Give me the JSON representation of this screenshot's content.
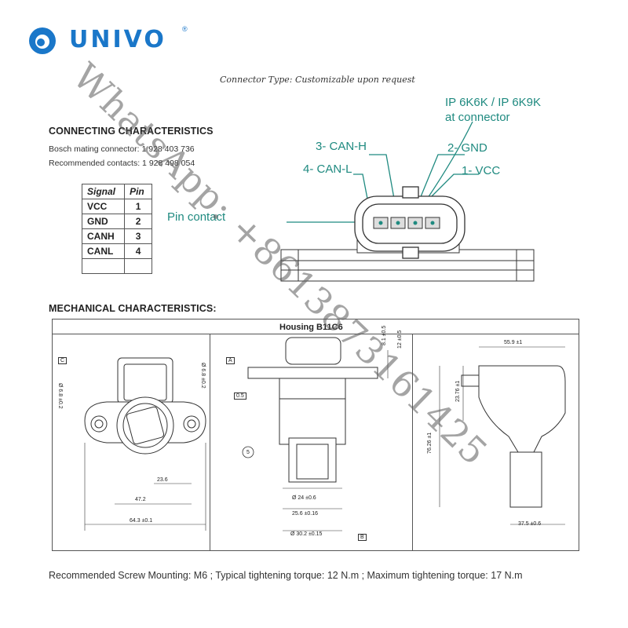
{
  "brand": {
    "name": "UNIVO",
    "registered_mark": "®"
  },
  "connector_type_note": "Connector Type: Customizable upon request",
  "connecting": {
    "title": "CONNECTING CHARACTERISTICS",
    "mating_connector": "Bosch mating connector: 1 928 403 736",
    "recommended_contacts": "Recommended contacts: 1 928 498 054",
    "table": {
      "headers": [
        "Signal",
        "Pin"
      ],
      "rows": [
        {
          "signal": "VCC",
          "pin": "1"
        },
        {
          "signal": "GND",
          "pin": "2"
        },
        {
          "signal": "CANH",
          "pin": "3"
        },
        {
          "signal": "CANL",
          "pin": "4"
        },
        {
          "signal": "",
          "pin": ""
        }
      ]
    }
  },
  "connector_diagram": {
    "ip_rating_line1": "IP 6K6K / IP 6K9K",
    "ip_rating_line2": "at connector",
    "labels": {
      "can_h": "3- CAN-H",
      "can_l": "4- CAN-L",
      "gnd": "2- GND",
      "vcc": "1- VCC",
      "pin_contact": "Pin contact"
    },
    "accent_color": "#1f8a80"
  },
  "mechanical": {
    "title": "MECHANICAL CHARACTERISTICS:",
    "housing_label": "Housing B11C6",
    "dims_left": {
      "d1": "23.6",
      "d2": "47.2",
      "d3": "64.3 ±0.1",
      "tol1": "Ø 6.8 ±0.2",
      "tol2": "Ø 6.8 ±0.2",
      "datum_c": "C"
    },
    "dims_middle": {
      "d1": "8.1 ±0.5",
      "d2": "12 ±0.5",
      "d3": "Ø 24 ±0.6",
      "d4": "25.6 ±0.16",
      "d5": "Ø 30.2 ±0.15",
      "datum_a": "A",
      "datum_b": "B",
      "flat": "0.5",
      "item": "5"
    },
    "dims_right": {
      "d1": "55.9 ±1",
      "d2": "23.76 ±1",
      "d3": "76.26 ±1",
      "d4": "37.5 ±0.6"
    }
  },
  "footer": "Recommended Screw Mounting: M6 ; Typical tightening torque: 12 N.m ; Maximum tightening torque: 17 N.m",
  "watermark": "WhatsApp: +8613873161425",
  "colors": {
    "brand_blue": "#1a77c9",
    "teal": "#1f8a80"
  }
}
